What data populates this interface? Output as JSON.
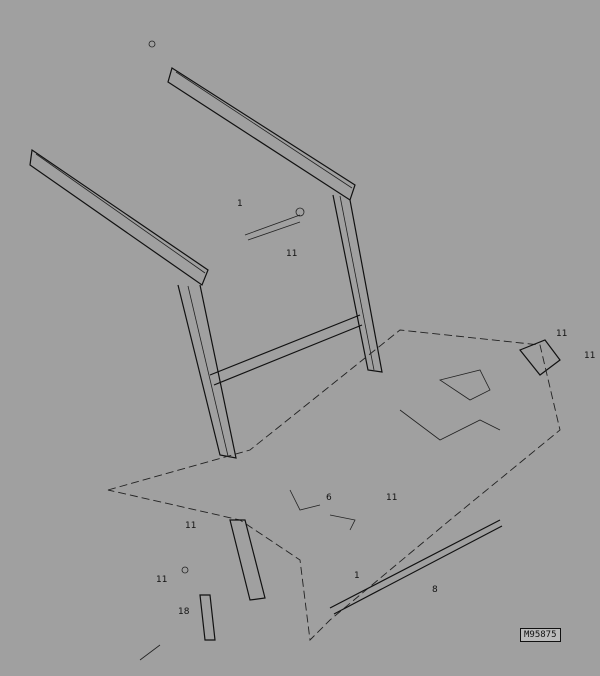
{
  "diagram": {
    "callouts": [
      "1",
      "11",
      "11",
      "11",
      "11",
      "6",
      "8",
      "1",
      "11",
      "11",
      "18"
    ],
    "figure_code": "M95875"
  }
}
